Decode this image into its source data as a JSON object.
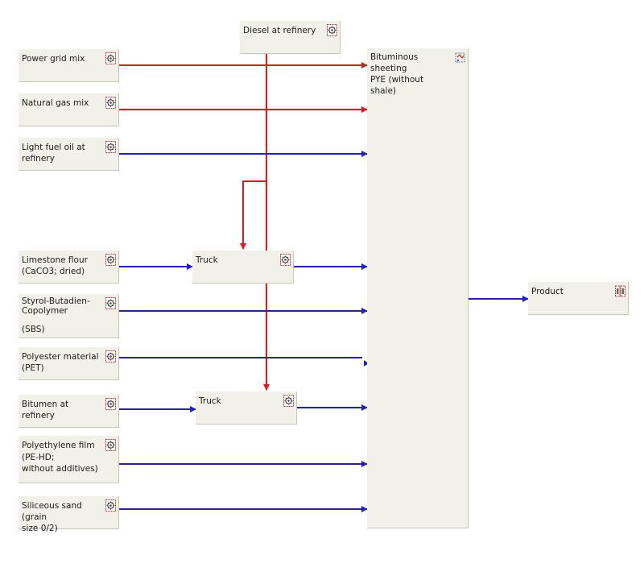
{
  "diagram": {
    "processes": {
      "diesel": "Diesel at refinery",
      "power_grid": "Power grid mix",
      "natural_gas": "Natural gas mix",
      "light_fuel_oil": "Light fuel oil at\nrefinery",
      "limestone": "Limestone flour\n(CaCO3; dried)",
      "truck_1": "Truck",
      "sbs": "Styrol-Butadien-\nCopolymer\n\n(SBS)",
      "polyester": "Polyester material\n(PET)",
      "bitumen": "Bitumen at refinery",
      "truck_2": "Truck",
      "polyethylene": "Polyethylene film\n(PE-HD;\nwithout additives)",
      "sand": "Siliceous sand (grain\nsize 0/2)",
      "main": "Bituminous sheeting\nPYE (without shale)",
      "product": "Product"
    },
    "icons": {
      "process": "process-icon",
      "plan": "plan-icon",
      "product": "product-icon"
    },
    "colors": {
      "energy_flow": "#e31a1c",
      "material_flow": "#1f1fd2",
      "box_fill": "#f2f1e9"
    }
  }
}
